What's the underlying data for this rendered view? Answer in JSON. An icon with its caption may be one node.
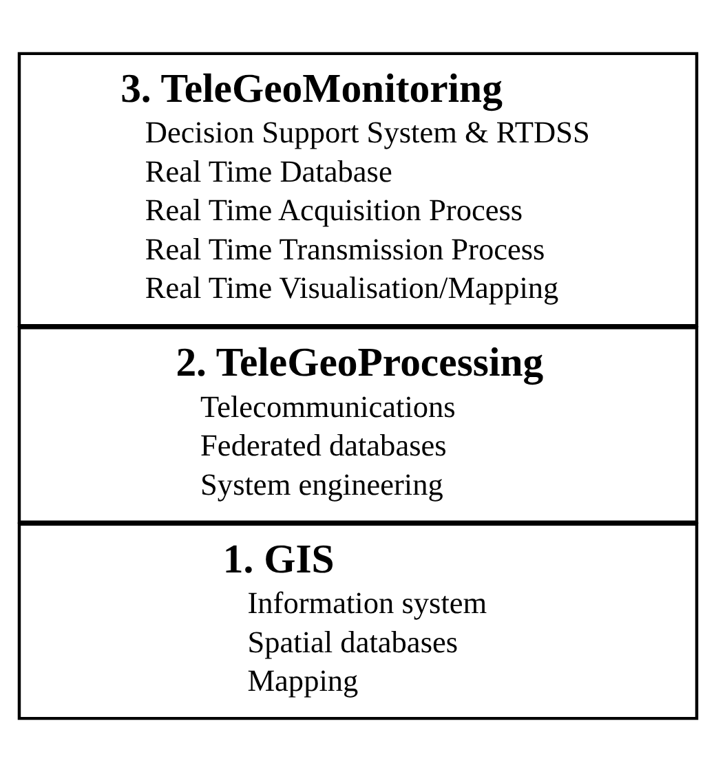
{
  "diagram": {
    "nodes": [
      {
        "text": [
          "3. TeleGeoMonitoring",
          "Decision Support System & RTDSS",
          "Real Time Database",
          "Real Time Acquisition Process",
          "Real Time Transmission Process",
          "Real Time Visualisation/Mapping"
        ]
      },
      {
        "text": [
          "2. TeleGeoProcessing",
          "Telecommunications",
          "Federated databases",
          "System engineering"
        ]
      },
      {
        "text": [
          "1. GIS",
          "Information system",
          "Spatial databases",
          "Mapping"
        ]
      }
    ]
  }
}
